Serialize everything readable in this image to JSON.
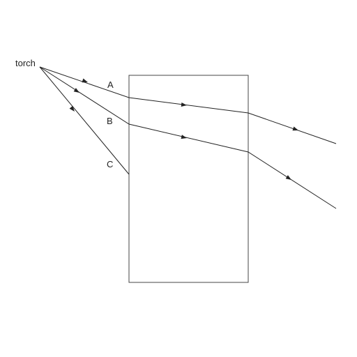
{
  "labels": {
    "source": "torch",
    "ray_a": "A",
    "ray_b": "B",
    "ray_c": "C"
  },
  "colors": {
    "ink": "#222222",
    "block_outline": "#444444",
    "background": "#ffffff"
  }
}
